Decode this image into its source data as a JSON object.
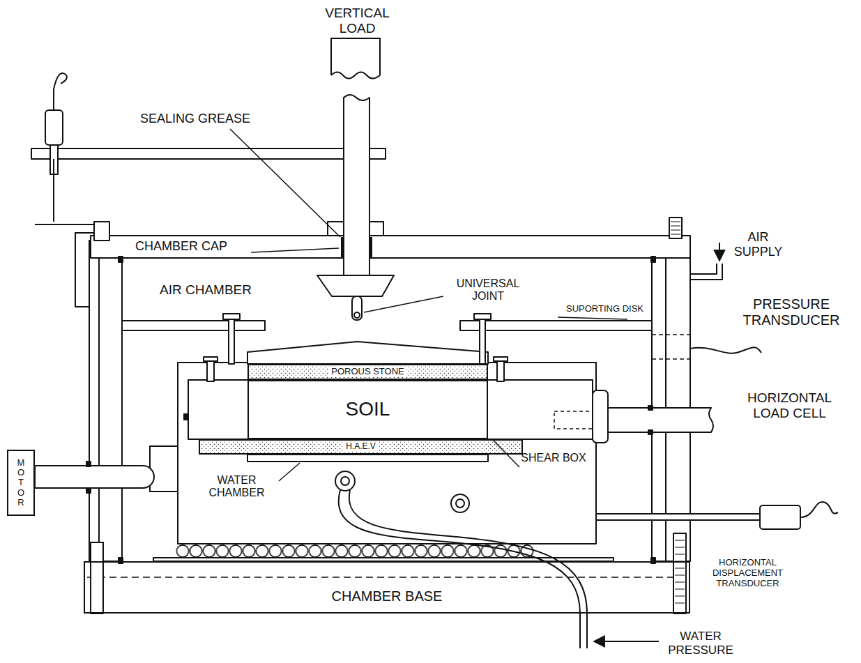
{
  "diagram": {
    "nodes": [
      {
        "text": [
          "POROUS STONE"
        ]
      },
      {
        "text": [
          "SOIL"
        ]
      },
      {
        "text": [
          "MOTOR"
        ]
      },
      {
        "text": [
          "H.A.E.V"
        ]
      },
      {
        "text": [
          "CHAMBER BASE"
        ]
      }
    ],
    "labels": [
      "VERTICAL LOAD",
      "SEALING GREASE",
      "CHAMBER CAP",
      "AIR CHAMBER",
      "UNIVERSAL JOINT",
      "SUPORTING DISK",
      "AIR SUPPLY",
      "PRESSURE TRANSDUCER",
      "HORIZONTAL LOAD CELL",
      "SHEAR BOX",
      "WATER CHAMBER",
      "HORIZONTAL DISPLACEMENT TRANSDUCER",
      "WATER PRESSURE"
    ]
  }
}
